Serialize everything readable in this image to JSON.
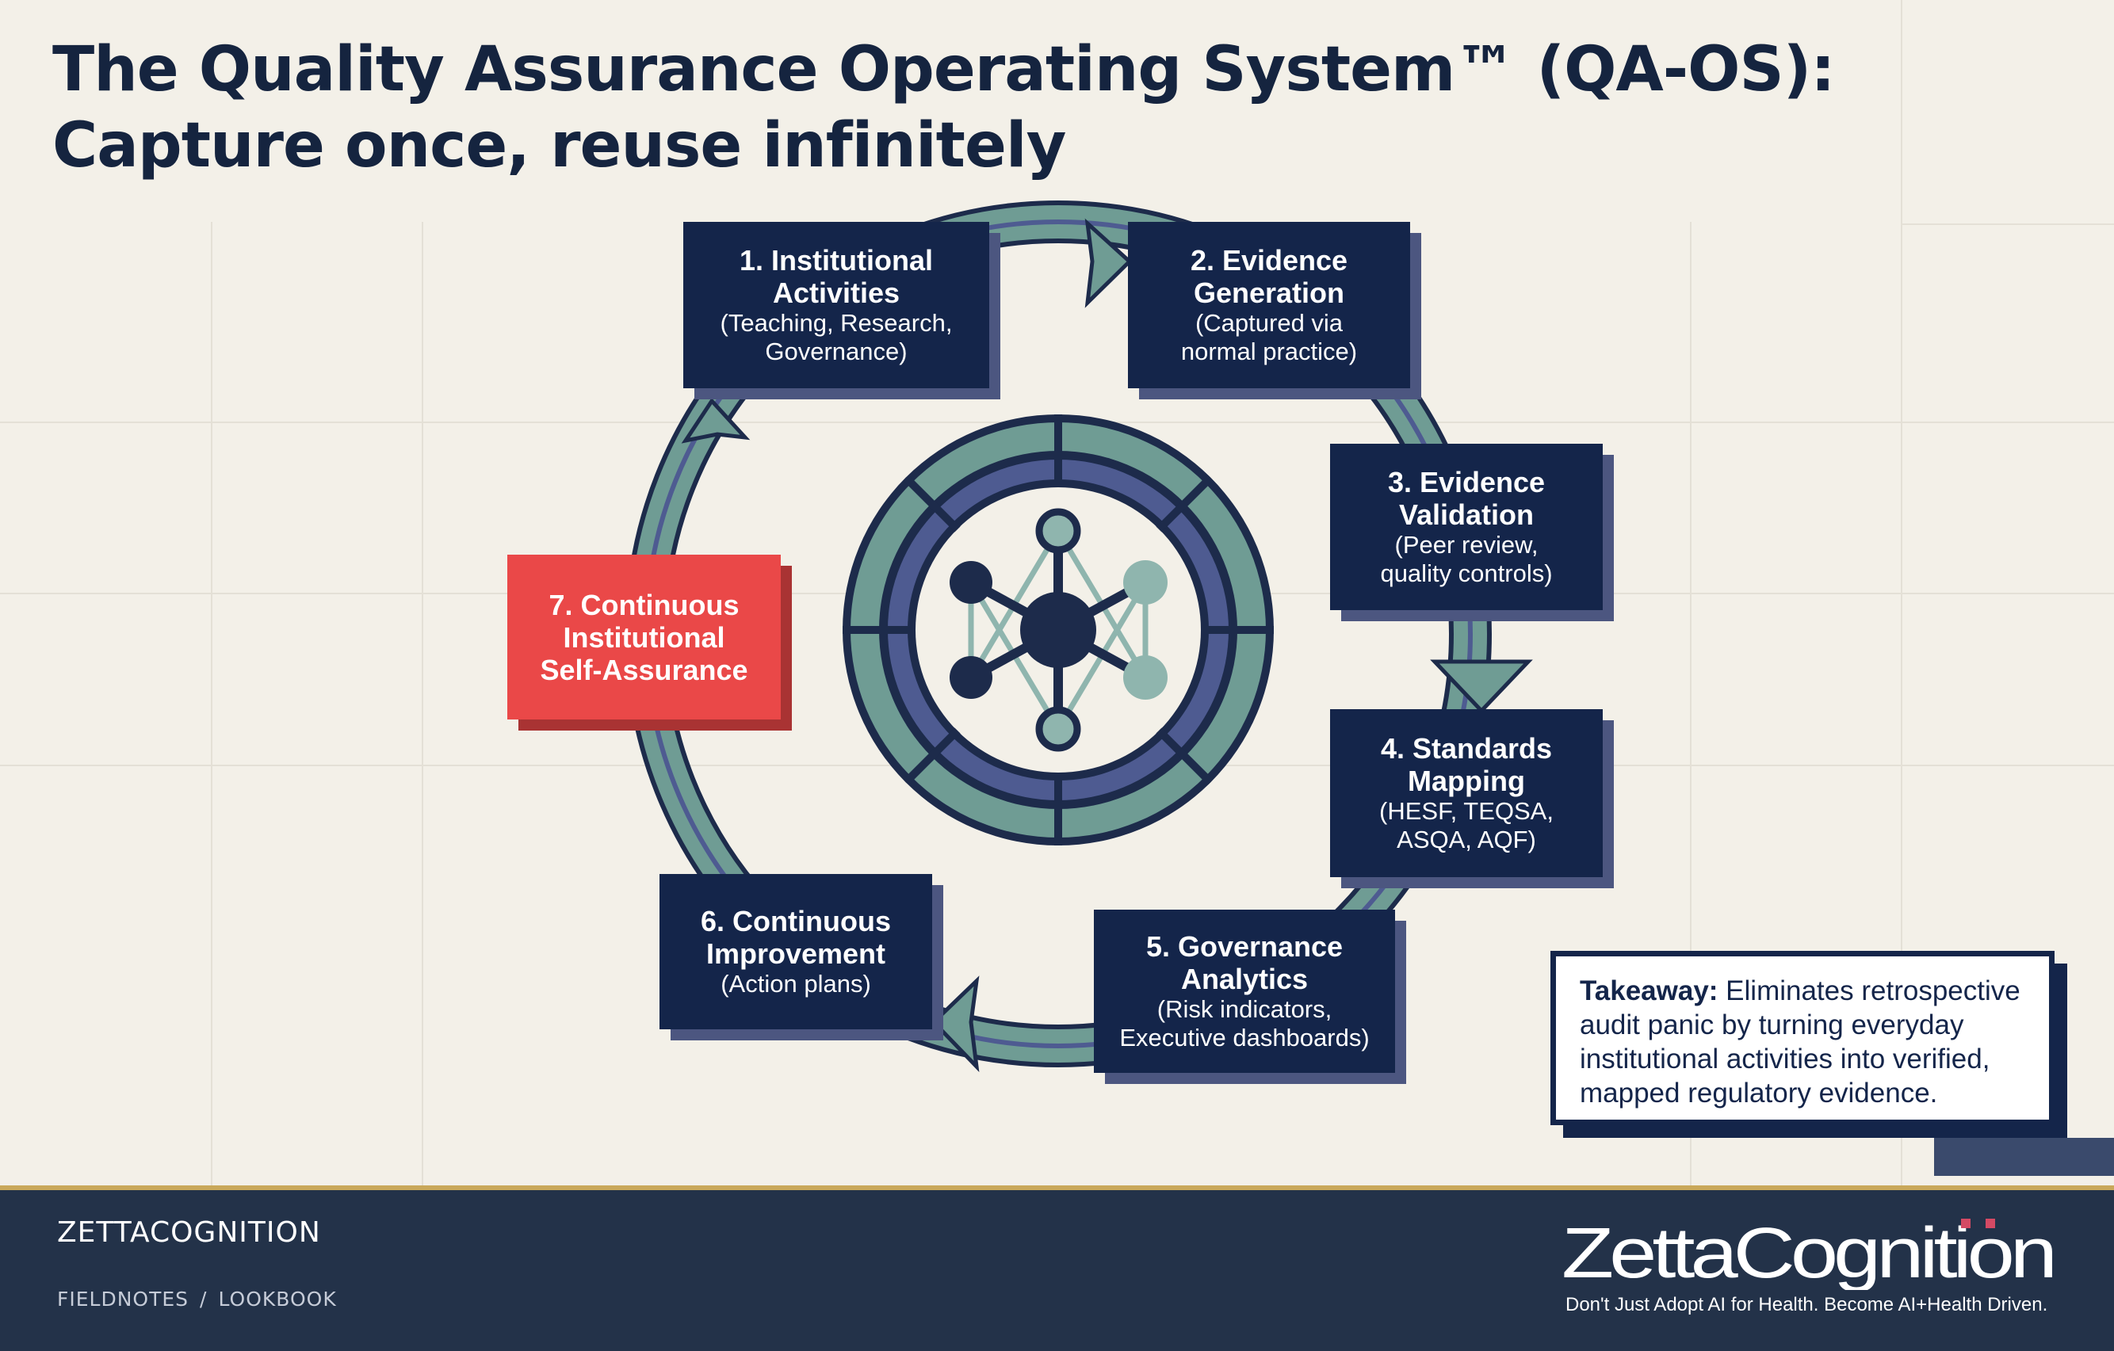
{
  "title": {
    "line1": "The Quality Assurance Operating System™ (QA-OS):",
    "line2": "Capture once, reuse infinitely"
  },
  "steps": [
    {
      "head": "1. Institutional\nActivities",
      "sub": "(Teaching, Research,\nGovernance)"
    },
    {
      "head": "2. Evidence\nGeneration",
      "sub": "(Captured via\nnormal practice)"
    },
    {
      "head": "3. Evidence\nValidation",
      "sub": "(Peer review,\nquality controls)"
    },
    {
      "head": "4. Standards\nMapping",
      "sub": "(HESF, TEQSA,\nASQA, AQF)"
    },
    {
      "head": "5. Governance\nAnalytics",
      "sub": "(Risk indicators,\nExecutive dashboards)"
    },
    {
      "head": "6. Continuous\nImprovement",
      "sub": "(Action plans)"
    },
    {
      "head": "7. Continuous\nInstitutional\nSelf-Assurance",
      "sub": ""
    }
  ],
  "takeaway": {
    "label": "Takeaway:",
    "text": " Eliminates retrospective audit panic by turning everyday institutional activities into verified, mapped regulatory evidence."
  },
  "footer": {
    "brand": "ZETTACOGNITION",
    "crumb1": "FIELDNOTES",
    "separator": "/",
    "crumb2": "LOOKBOOK",
    "logo_text": "ZettaCognition",
    "tagline": "Don't Just Adopt AI for Health. Become AI+Health Driven."
  },
  "colors": {
    "navy": "#14254a",
    "highlight": "#ea4848",
    "teal": "#6f9c94",
    "background": "#f3f0e8",
    "footer": "#233249",
    "accent_line": "#c9a85a"
  },
  "icons": [
    "network-hub-icon",
    "cycle-arrow-icon"
  ]
}
